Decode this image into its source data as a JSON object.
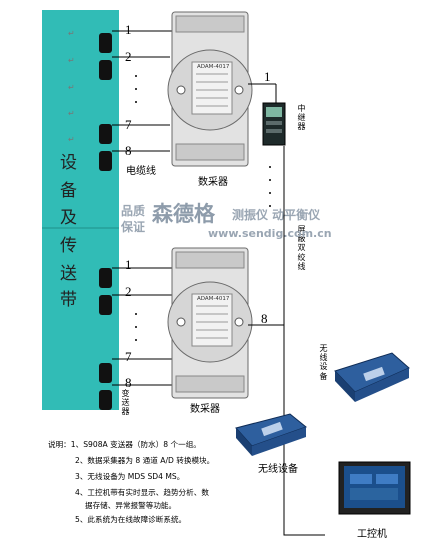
{
  "belt": {
    "chars": [
      "设",
      "备",
      "及",
      "传",
      "送",
      "带"
    ]
  },
  "channels": {
    "top": [
      "1",
      "2",
      "7",
      "8"
    ],
    "bottom": [
      "1",
      "2",
      "7",
      "8"
    ]
  },
  "labels": {
    "cable": "电缆线",
    "collector_top": "数采器",
    "collector_bottom": "数采器",
    "module_model": "ADAM-4017",
    "repeater": "中继器",
    "repeater_link": "1",
    "bottom_link": "8",
    "shield": "屏蔽双绞线",
    "transmitter": "变送器",
    "wireless_right": "无线设备",
    "wireless_bottom": "无线设备",
    "ipc": "工控机"
  },
  "watermark": {
    "left": "品质",
    "left2": "保证",
    "brand": "森德格",
    "right": "测振仪 动平衡仪",
    "url": "www.sendig.com.cn"
  },
  "notes": [
    "说明：1、S908A 变送器（防水）8 个一组。",
    "2、数据采集器为 8 通道 A/D 转换模块。",
    "3、无线设备为 MDS SD4   MS。",
    "4、工控机带有实时显示、趋势分析、数",
    "据存储、异常报警等功能。",
    "5、此系统为在线故障诊断系统。"
  ],
  "colors": {
    "belt": "#31bcb6",
    "module": "#e2e2e2",
    "radio": "#2e5f9e",
    "screen": "#1b4f8c"
  }
}
